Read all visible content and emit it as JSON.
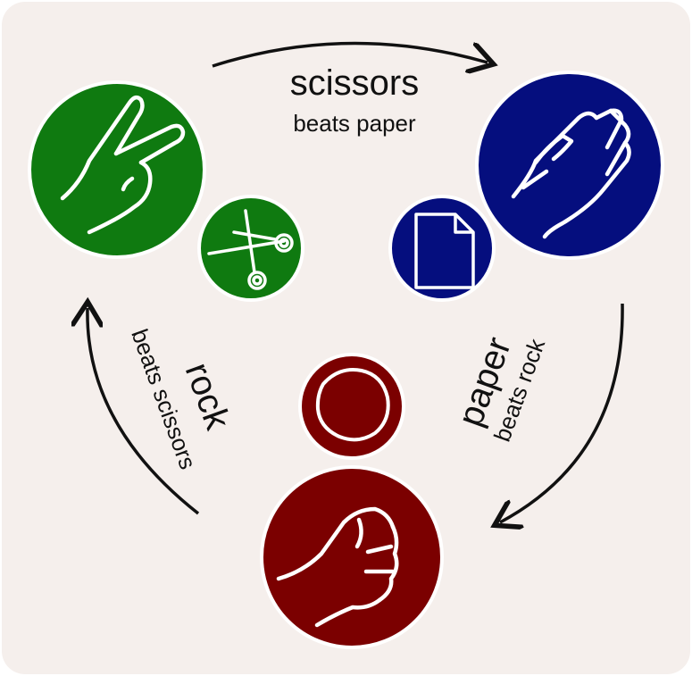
{
  "labels": {
    "scissors": {
      "title": "scissors",
      "subtitle": "beats paper"
    },
    "paper": {
      "title": "paper",
      "subtitle": "beats rock"
    },
    "rock": {
      "title": "rock",
      "subtitle": "beats scissors"
    }
  },
  "colors": {
    "background": "#f5efec",
    "scissors": "#0f7a10",
    "paper": "#050e7e",
    "rock": "#7b0000",
    "icon_stroke": "#ffffff",
    "arrow": "#111111"
  },
  "icons": {
    "scissors_hand": "victory-hand-icon",
    "scissors_item": "scissors-icon",
    "paper_hand": "open-hand-icon",
    "paper_item": "paper-sheet-icon",
    "rock_hand": "fist-icon",
    "rock_item": "rock-icon"
  }
}
